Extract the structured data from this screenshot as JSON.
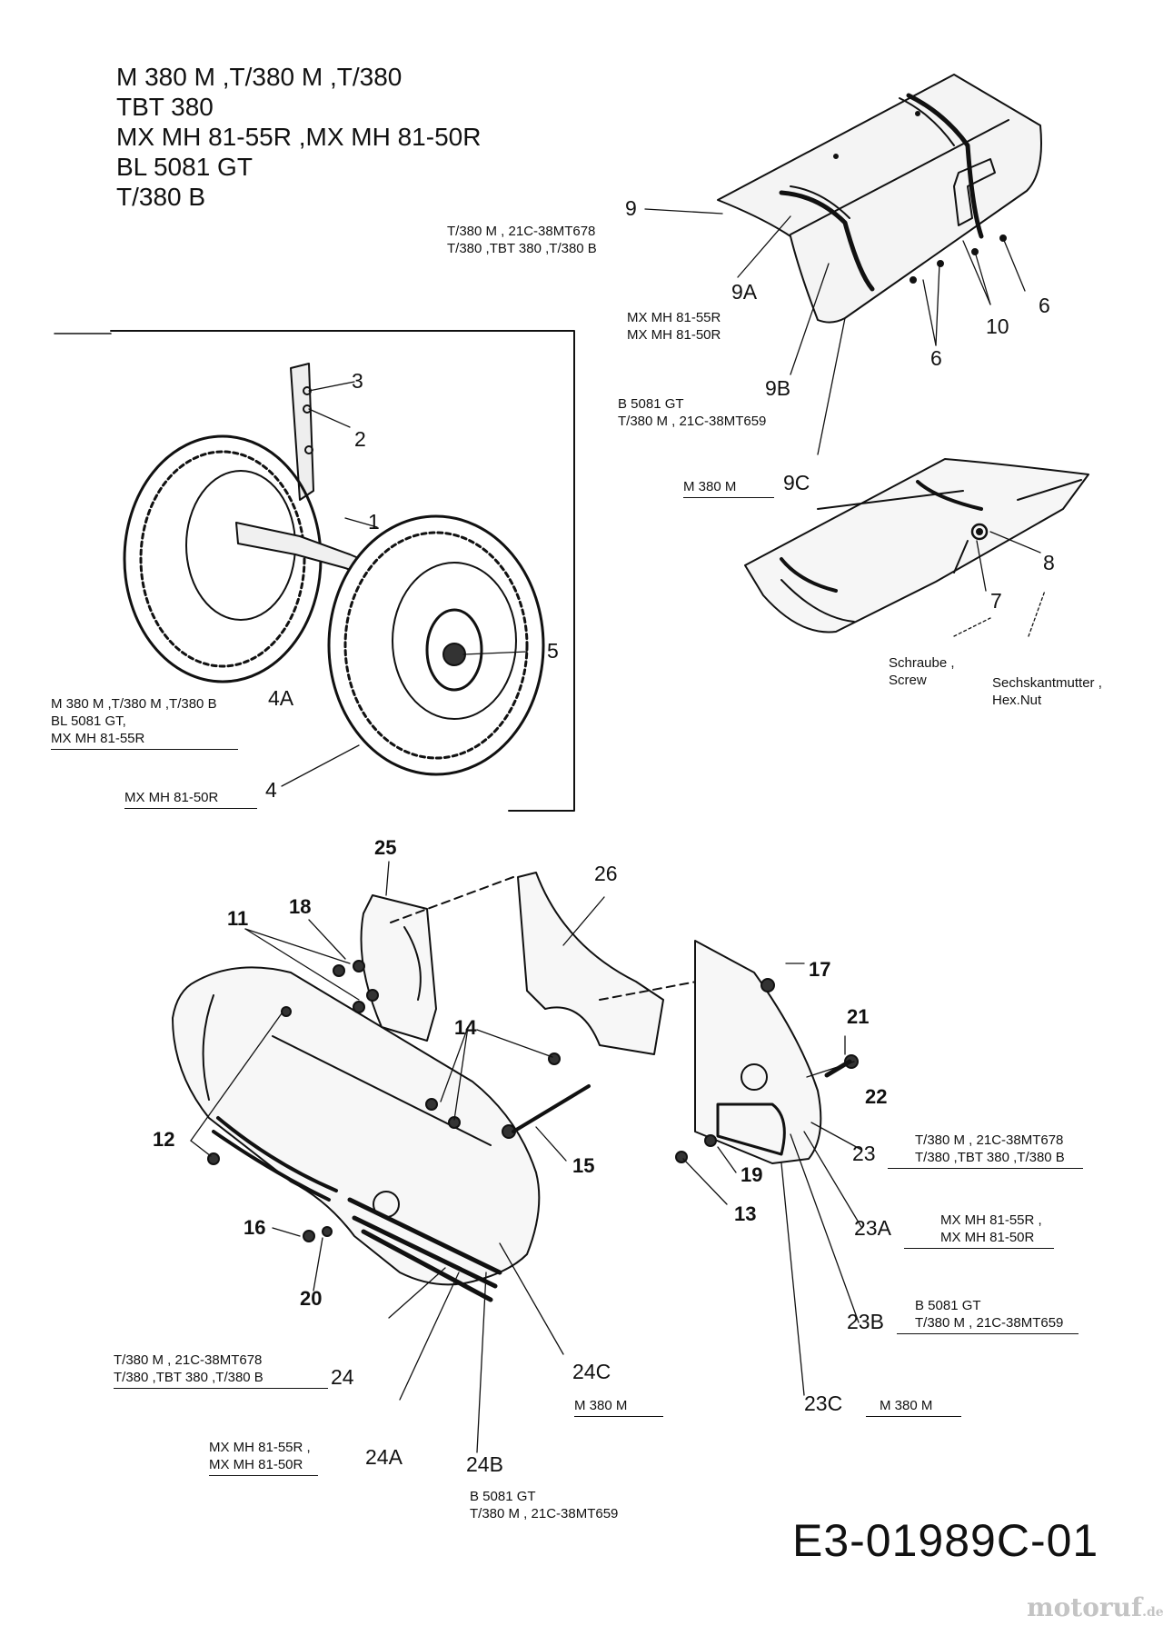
{
  "header": {
    "models": [
      "M 380 M ,T/380 M ,T/380",
      "TBT 380",
      "MX MH 81-55R ,MX MH 81-50R",
      "BL 5081 GT",
      "T/380 B"
    ]
  },
  "callouts": {
    "c1": "1",
    "c2": "2",
    "c3": "3",
    "c4": "4",
    "c4A": "4A",
    "c5": "5",
    "c6a": "6",
    "c6b": "6",
    "c7": "7",
    "c8": "8",
    "c9": "9",
    "c9A": "9A",
    "c9B": "9B",
    "c9C": "9C",
    "c10": "10",
    "c11": "11",
    "c12": "12",
    "c13": "13",
    "c14": "14",
    "c15": "15",
    "c16": "16",
    "c17": "17",
    "c18": "18",
    "c19": "19",
    "c20": "20",
    "c21": "21",
    "c22": "22",
    "c23": "23",
    "c23A": "23A",
    "c23B": "23B",
    "c23C": "23C",
    "c24": "24",
    "c24A": "24A",
    "c24B": "24B",
    "c24C": "24C",
    "c25": "25",
    "c26": "26"
  },
  "notes": {
    "n9_1": "T/380 M , 21C-38MT678",
    "n9_2": "T/380 ,TBT 380 ,T/380 B",
    "n9A_1": "MX MH 81-55R",
    "n9A_2": "MX MH 81-50R",
    "n9B_1": "B 5081 GT",
    "n9B_2": "T/380 M , 21C-38MT659",
    "n9C": "M 380 M",
    "n7_1": "Schraube ,",
    "n7_2": "Screw",
    "n8_1": "Sechskantmutter ,",
    "n8_2": "Hex.Nut",
    "n4A_1": "M 380 M ,T/380 M ,T/380 B",
    "n4A_2": "BL 5081 GT,",
    "n4A_3": "MX MH 81-55R",
    "n4": "MX MH 81-50R",
    "n23_1": "T/380 M , 21C-38MT678",
    "n23_2": "T/380 ,TBT 380 ,T/380 B",
    "n23A_1": "MX MH 81-55R ,",
    "n23A_2": "MX MH 81-50R",
    "n23B_1": "B 5081 GT",
    "n23B_2": "T/380 M , 21C-38MT659",
    "n23C": "M 380 M",
    "n24_1": "T/380 M , 21C-38MT678",
    "n24_2": "T/380 ,TBT 380 ,T/380 B",
    "n24A_1": "MX MH 81-55R ,",
    "n24A_2": "MX MH 81-50R",
    "n24B_1": "B 5081 GT",
    "n24B_2": "T/380 M , 21C-38MT659",
    "n24C": "M 380 M"
  },
  "drawing_code": "E3-01989C-01",
  "watermark": {
    "text": "motoruf",
    "suffix": ".de"
  }
}
